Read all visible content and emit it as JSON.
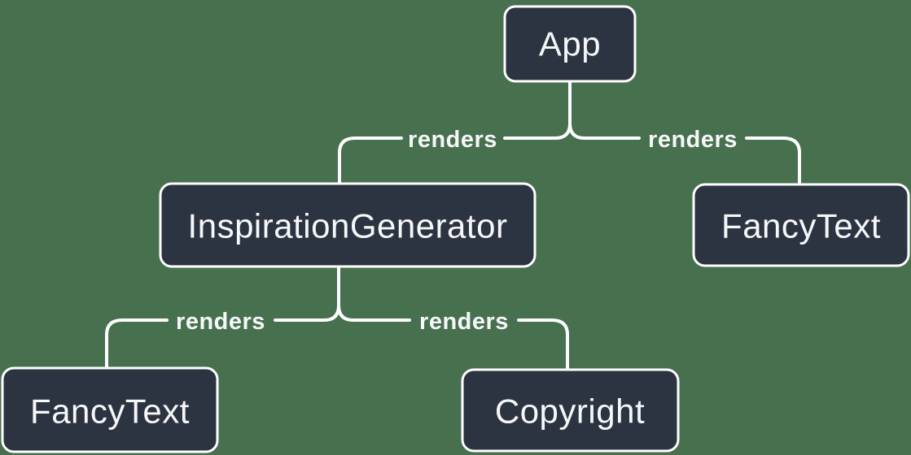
{
  "theme": {
    "background": "#47704E",
    "node-fill": "#2D3441",
    "node-stroke": "#FFFFFF",
    "line": "#FFFFFF",
    "text": "#F6F7F9"
  },
  "diagram": {
    "nodes": [
      {
        "id": "app",
        "label": "App"
      },
      {
        "id": "inspiration-generator",
        "label": "InspirationGenerator"
      },
      {
        "id": "fancy-text-right",
        "label": "FancyText"
      },
      {
        "id": "fancy-text-left",
        "label": "FancyText"
      },
      {
        "id": "copyright",
        "label": "Copyright"
      }
    ],
    "edges": [
      {
        "from": "App",
        "to": "InspirationGenerator",
        "label": "renders"
      },
      {
        "from": "App",
        "to": "FancyText",
        "label": "renders"
      },
      {
        "from": "InspirationGenerator",
        "to": "FancyText",
        "label": "renders"
      },
      {
        "from": "InspirationGenerator",
        "to": "Copyright",
        "label": "renders"
      }
    ]
  }
}
